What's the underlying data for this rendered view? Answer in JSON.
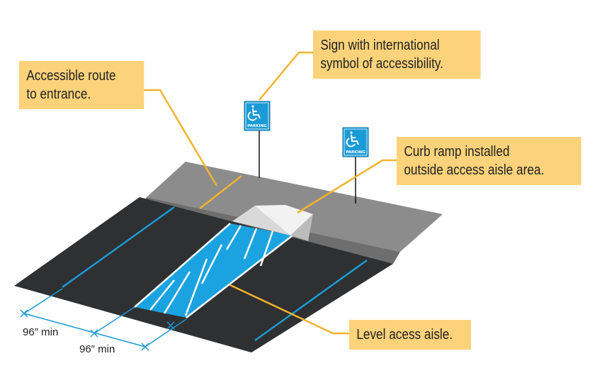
{
  "callouts": {
    "route": [
      "Accessible route",
      "to entrance."
    ],
    "sign": [
      "Sign with international",
      "symbol of accessibility."
    ],
    "ramp": [
      "Curb ramp installed",
      "outside access aisle area."
    ],
    "aisle": [
      "Level acess aisle."
    ]
  },
  "sign_label": "PARKING",
  "dimensions": [
    "96″ min",
    "96″ min"
  ],
  "colors": {
    "asphalt": "#2f3032",
    "sidewalk": "#8c8c8c",
    "curb": "#6e6e6e",
    "stripe": "#1a9bd7",
    "aisle": "#1aa3e0",
    "sign": "#1a9bd7",
    "callout": "#fcd27a",
    "leader": "#f2b32e"
  },
  "icons": [
    "wheelchair-icon"
  ]
}
